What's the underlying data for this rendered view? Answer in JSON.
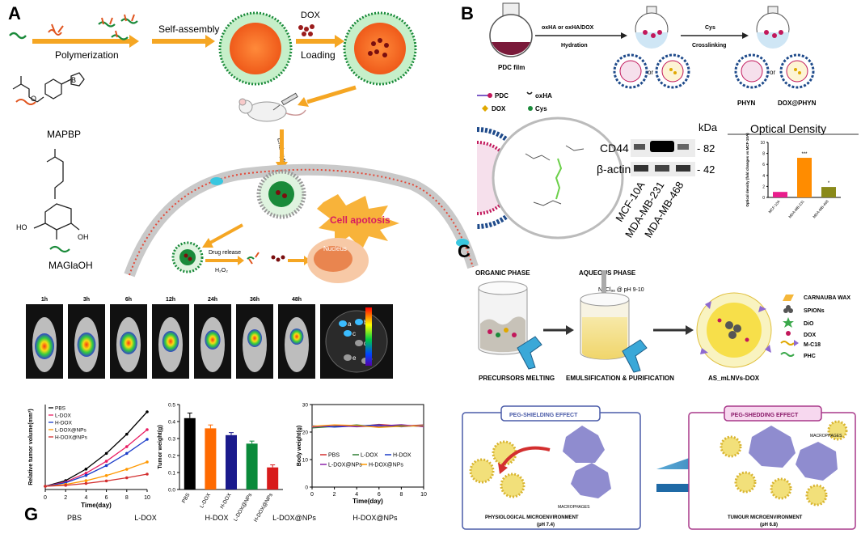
{
  "panels": {
    "a": "A",
    "b": "B",
    "c": "C",
    "g": "G"
  },
  "panel_a": {
    "polymerization": "Polymerization",
    "self_assembly": "Self-assembly",
    "dox": "DOX",
    "loading": "Loading",
    "mapbp": "MAPBP",
    "maglaoh": "MAGlaOH",
    "endocytosis": "Endocytosis",
    "cell_apoptosis": "Cell apotosis",
    "drug_release": "Drug release",
    "h2o2": "H₂O₂",
    "nucleus": "Nucleus",
    "chem_b": "B",
    "chem_o": "O",
    "chem_ho": "HO",
    "chem_oh": "OH"
  },
  "imaging": {
    "timepoints": [
      "1h",
      "3h",
      "6h",
      "12h",
      "24h",
      "36h",
      "48h"
    ],
    "organ_labels": [
      "a",
      "b",
      "c",
      "d",
      "e",
      "f"
    ]
  },
  "tumor_volume_chart": {
    "ylabel": "Relative tumor volume(mm³)",
    "xlabel": "Time(day)",
    "legend": [
      "PBS",
      "L-DOX",
      "H-DOX",
      "L-DOX@NPs",
      "H-DOX@NPs"
    ],
    "legend_colors": [
      "#000000",
      "#e91e63",
      "#1a3cc9",
      "#ff9800",
      "#d32f2f"
    ],
    "xticks": [
      "0",
      "2",
      "4",
      "6",
      "8",
      "10"
    ]
  },
  "tumor_weight_chart": {
    "ylabel": "Tumor weight(g)",
    "categories": [
      "PBS",
      "L-DOX",
      "H-DOX",
      "L-DOX@NPs",
      "H-DOX@NPs"
    ],
    "values": [
      0.42,
      0.36,
      0.32,
      0.27,
      0.13
    ],
    "errors": [
      0.03,
      0.02,
      0.015,
      0.015,
      0.015
    ],
    "colors": [
      "#000000",
      "#ff6a00",
      "#1a1a8c",
      "#0a8a3a",
      "#d81b1b"
    ],
    "yticks": [
      "0.0",
      "0.1",
      "0.2",
      "0.3",
      "0.4",
      "0.5"
    ],
    "ylim": [
      0,
      0.5
    ]
  },
  "body_weight_chart": {
    "ylabel": "Body weight(g)",
    "xlabel": "Time(day)",
    "legend": [
      "PBS",
      "L-DOX",
      "H-DOX",
      "L-DOX@NPs",
      "H-DOX@NPs"
    ],
    "legend_colors": [
      "#d32f2f",
      "#2e7d32",
      "#1a3cc9",
      "#8e24aa",
      "#ff9800"
    ],
    "yticks": [
      "0",
      "10",
      "20",
      "30"
    ],
    "xticks": [
      "0",
      "2",
      "4",
      "6",
      "8",
      "10"
    ]
  },
  "g_row": [
    "PBS",
    "L-DOX",
    "H-DOX",
    "L-DOX@NPs",
    "H-DOX@NPs"
  ],
  "panel_b": {
    "pdc_film": "PDC film",
    "hydration_top": "oxHA or oxHA/DOX",
    "hydration": "Hydration",
    "cys": "Cys",
    "crosslinking": "Crosslinking",
    "or1": "or",
    "or2": "or",
    "phyn": "PHYN",
    "dox_phyn": "DOX@PHYN",
    "legend": [
      "PDC",
      "oxHA",
      "DOX",
      "Cys"
    ],
    "kda": "kDa",
    "cd44": "CD44",
    "actin": "β-actin",
    "mw82": "- 82",
    "mw42": "- 42",
    "cell_lines": [
      "MCF-10A",
      "MDA-MB-231",
      "MDA-MB-468"
    ],
    "od_title": "Optical Density",
    "od_ylabel": "Optical density (fold changes vs MCF-10A)",
    "od_categories": [
      "MCF-10A",
      "MDA-MB-231",
      "MDA-MB-468"
    ],
    "od_values": [
      1,
      7.2,
      1.9
    ],
    "od_colors": [
      "#e91e8c",
      "#ff8c00",
      "#8a8a1a"
    ],
    "od_yticks": [
      "0",
      "2",
      "4",
      "6",
      "8",
      "10"
    ],
    "od_sig": [
      "***",
      "*"
    ]
  },
  "panel_c": {
    "organic_phase": "ORGANIC PHASE",
    "aqueous_phase": "AQUEOUS PHASE",
    "nacl": "NaClₐₐ @ pH 9-10",
    "precursors": "PRECURSORS MELTING",
    "emulsification": "EMULSIFICATION & PURIFICATION",
    "product": "AS_mLNVs-DOX",
    "legend": [
      "CARNAUBA WAX",
      "SPIONs",
      "DiO",
      "DOX",
      "M-C18",
      "PHC"
    ],
    "peg_shielding": "PEG-SHIELDING EFFECT",
    "peg_shedding": "PEG-SHEDDING EFFECT",
    "macrophages1": "MACROPHAGES",
    "macrophages2": "MACROPHAGES",
    "ph": "pH",
    "physio": "PHYSIOLOGICAL MICROENVIRONMENT",
    "physio_ph": "(pH 7.4)",
    "tumour": "TUMOUR MICROENVIRONMENT",
    "tumour_ph": "(pH 6.8)"
  }
}
